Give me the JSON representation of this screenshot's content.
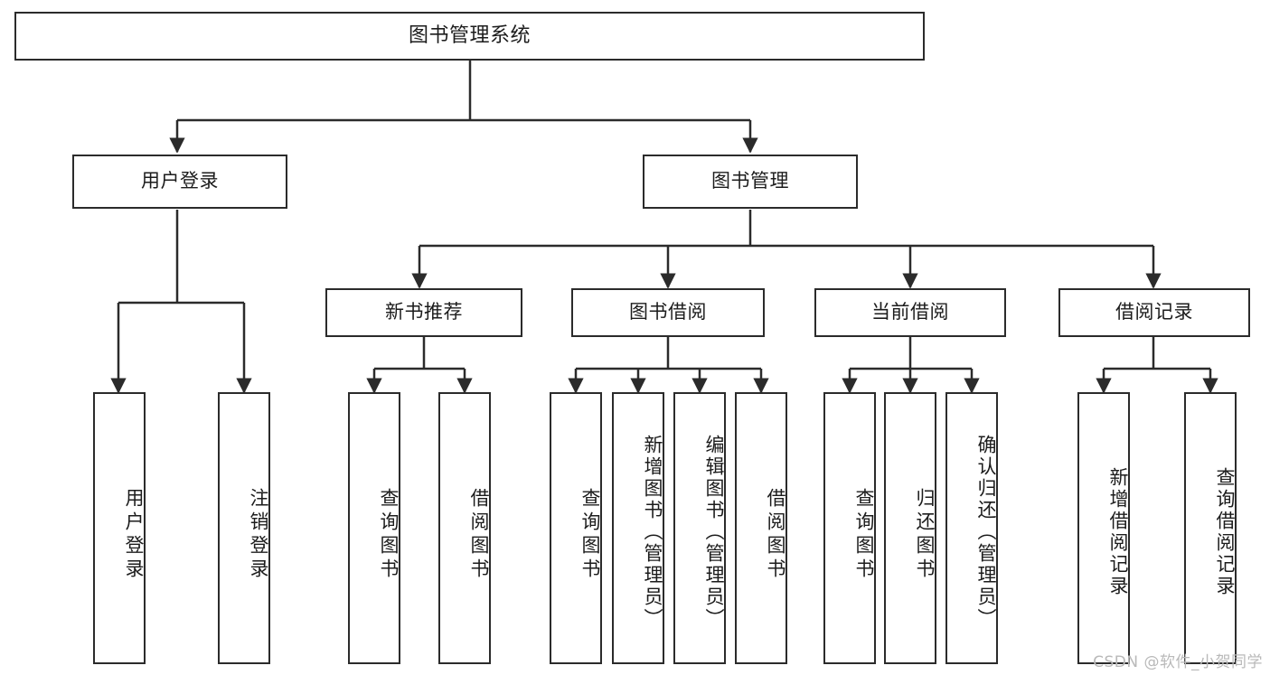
{
  "diagram": {
    "title": "图书管理系统",
    "watermark": "CSDN @软件_小贺同学",
    "colors": {
      "stroke": "#2b2b2b",
      "fill": "#ffffff",
      "text": "#1c1c1c",
      "watermark": "#b9b9b9"
    },
    "nodes": {
      "root": "图书管理系统",
      "level1": {
        "user_login": "用户登录",
        "book_manage": "图书管理"
      },
      "level2": {
        "new_book_recommend": "新书推荐",
        "book_borrow": "图书借阅",
        "current_borrow": "当前借阅",
        "borrow_record": "借阅记录"
      },
      "leaves": {
        "user_login_leaf": "用户登录",
        "logout_leaf": "注销登录",
        "query_book_1": "查询图书",
        "borrow_book_1": "借阅图书",
        "query_book_2": "查询图书",
        "add_book_admin": "新增图书（管理员）",
        "edit_book_admin": "编辑图书（管理员）",
        "borrow_book_2": "借阅图书",
        "query_book_3": "查询图书",
        "return_book": "归还图书",
        "confirm_return_admin": "确认归还（管理员）",
        "add_borrow_record": "新增借阅记录",
        "query_borrow_record": "查询借阅记录"
      }
    }
  }
}
